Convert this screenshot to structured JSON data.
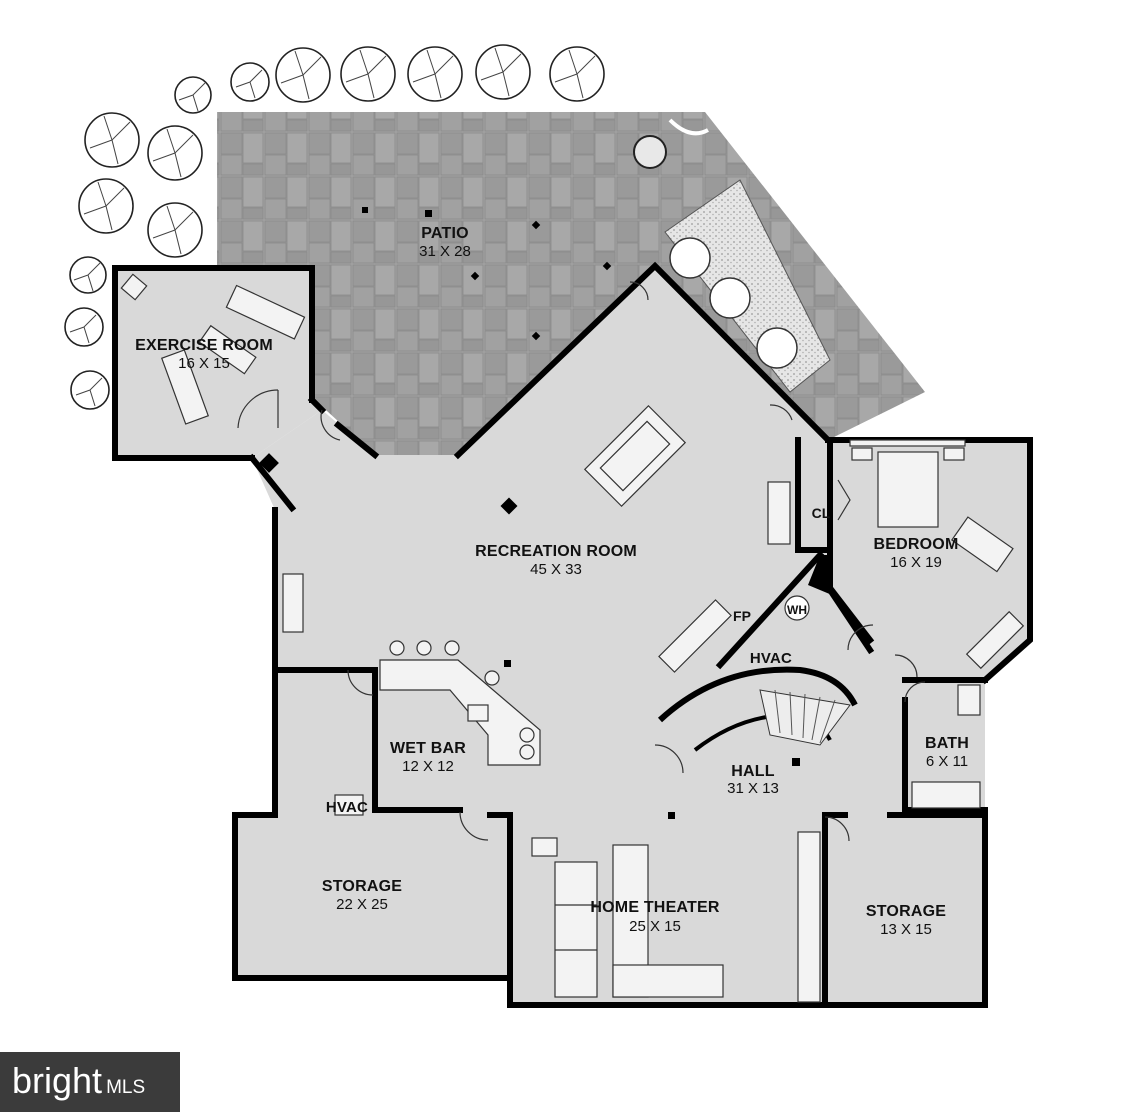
{
  "rooms": {
    "patio": {
      "name": "PATIO",
      "dims": "31 X 28"
    },
    "exercise": {
      "name": "EXERCISE ROOM",
      "dims": "16 X 15"
    },
    "recreation": {
      "name": "RECREATION ROOM",
      "dims": "45 X 33"
    },
    "bedroom": {
      "name": "BEDROOM",
      "dims": "16 X 19"
    },
    "closet": {
      "name": "CL"
    },
    "fireplace": {
      "name": "FP"
    },
    "water_heater": {
      "name": "WH"
    },
    "hvac_hall": {
      "name": "HVAC"
    },
    "bath": {
      "name": "BATH",
      "dims": "6 X 11"
    },
    "wetbar": {
      "name": "WET BAR",
      "dims": "12 X 12"
    },
    "hall": {
      "name": "HALL",
      "dims": "31 X 13"
    },
    "hvac_storage": {
      "name": "HVAC"
    },
    "storage_left": {
      "name": "STORAGE",
      "dims": "22 X 25"
    },
    "theater": {
      "name": "HOME THEATER",
      "dims": "25 X 15"
    },
    "storage_right": {
      "name": "STORAGE",
      "dims": "13 X 15"
    }
  },
  "watermark": {
    "brand": "bright",
    "suffix": "MLS"
  },
  "colors": {
    "floor": "#d9d9d9",
    "patio": "#9e9e9e",
    "wall": "#000000",
    "watermark_bg": "#3b3b3b"
  }
}
